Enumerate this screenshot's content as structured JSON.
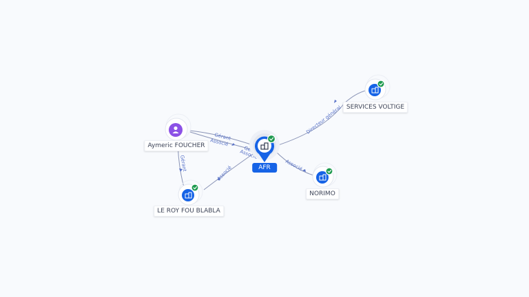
{
  "graph": {
    "center": {
      "name": "AFR",
      "icon": "building-icon",
      "verified": true,
      "accent": "#1663e6"
    },
    "nodes": {
      "services_voltige": {
        "name": "SERVICES VOLTIGE",
        "icon": "building-icon",
        "verified": true
      },
      "norimo": {
        "name": "NORIMO",
        "icon": "building-icon",
        "verified": true
      },
      "aymeric_foucher": {
        "name": "Aymeric FOUCHER",
        "icon": "person-icon",
        "accent": "#8c52e6"
      },
      "le_roy_fou_blabla": {
        "name": "LE ROY FOU BLABLA",
        "icon": "building-icon",
        "verified": true
      }
    },
    "edges": {
      "afr_services_voltige": "Directeur général",
      "afr_norimo": "Associé",
      "aymeric_afr_gerant": "Gérant",
      "aymeric_afr_associe": "Associé",
      "aymeric_le_roy": "Gérant",
      "le_roy_afr": "Associé",
      "center_gerant": "Gérant",
      "center_associe": "Associé"
    },
    "colors": {
      "company": "#1663e6",
      "person": "#8c52e6",
      "verified": "#1e9a4f",
      "edge": "#8a94b6",
      "edge_label": "#5872c8"
    }
  }
}
